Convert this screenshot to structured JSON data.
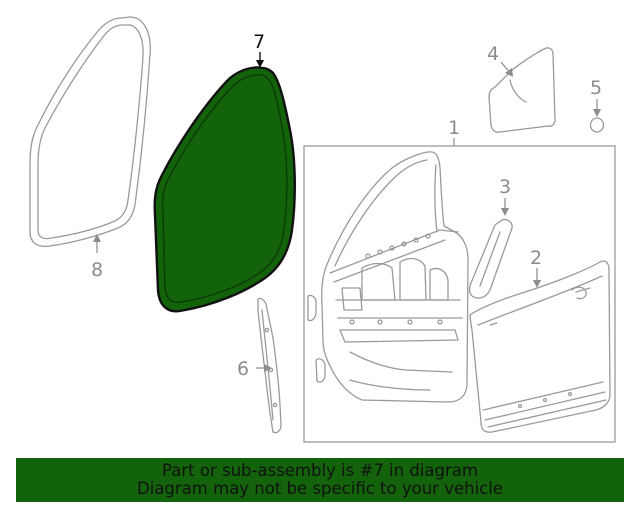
{
  "diagram": {
    "callouts": {
      "c1": "1",
      "c2": "2",
      "c3": "3",
      "c4": "4",
      "c5": "5",
      "c6": "6",
      "c7": "7",
      "c8": "8"
    },
    "highlighted_part": "7",
    "highlight_color": "#13630b",
    "line_color": "#9a9a9a"
  },
  "banner": {
    "line1": "Part or sub-assembly is #7 in diagram",
    "line2": "Diagram may not be specific to your vehicle",
    "background": "#13630b"
  }
}
